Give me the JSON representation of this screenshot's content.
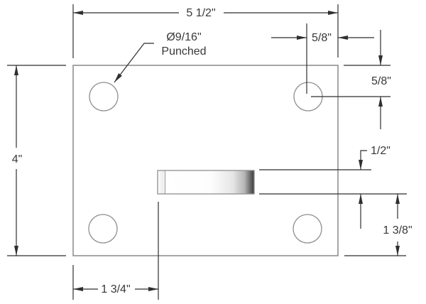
{
  "drawing": {
    "type": "technical-drawing",
    "part": "rectangular plate with four punched holes and a lanced slot",
    "colors": {
      "background": "#ffffff",
      "part_outline": "#8f8f8f",
      "dimension_lines": "#2f2f2f",
      "text": "#383838",
      "slot_shading_dark": "#3a3a3a"
    },
    "callout": {
      "diameter": "Ø9/16\"",
      "note": "Punched"
    },
    "dimensions": {
      "overall_width": "5 1/2\"",
      "overall_height": "4\"",
      "hole_offset_from_right": "5/8\"",
      "hole_offset_from_top": "5/8\"",
      "slot_height": "1/2\"",
      "slot_to_bottom_edge": "1 3/8\"",
      "slot_from_left_edge": "1 3/4\""
    }
  }
}
